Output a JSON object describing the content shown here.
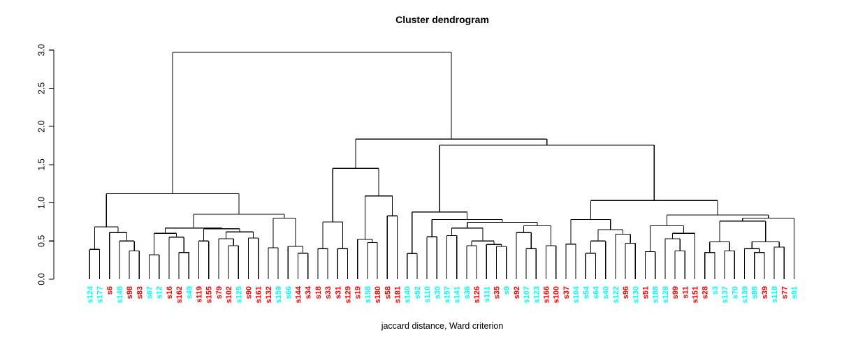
{
  "chart_data": {
    "type": "dendrogram",
    "title": "Cluster dendrogram",
    "xlabel": "jaccard distance, Ward criterion",
    "ylabel": "",
    "ylim": [
      0.0,
      3.0
    ],
    "yticks": [
      "0.0",
      "0.5",
      "1.0",
      "1.5",
      "2.0",
      "2.5",
      "3.0"
    ],
    "grid": "off",
    "legend": "none",
    "colors": {
      "cyan": "#00FFFF",
      "red": "#FF0000",
      "line": "#000000",
      "axis": "#000000"
    },
    "leaves": [
      {
        "label": "s124",
        "color": "cyan"
      },
      {
        "label": "s177",
        "color": "cyan"
      },
      {
        "label": "s6",
        "color": "red"
      },
      {
        "label": "s148",
        "color": "cyan"
      },
      {
        "label": "s98",
        "color": "red"
      },
      {
        "label": "s83",
        "color": "red"
      },
      {
        "label": "s67",
        "color": "cyan"
      },
      {
        "label": "s12",
        "color": "cyan"
      },
      {
        "label": "s16",
        "color": "red"
      },
      {
        "label": "s162",
        "color": "red"
      },
      {
        "label": "s49",
        "color": "cyan"
      },
      {
        "label": "s119",
        "color": "red"
      },
      {
        "label": "s155",
        "color": "red"
      },
      {
        "label": "s79",
        "color": "red"
      },
      {
        "label": "s102",
        "color": "red"
      },
      {
        "label": "s125",
        "color": "cyan"
      },
      {
        "label": "s90",
        "color": "red"
      },
      {
        "label": "s161",
        "color": "red"
      },
      {
        "label": "s132",
        "color": "red"
      },
      {
        "label": "s159",
        "color": "cyan"
      },
      {
        "label": "s66",
        "color": "cyan"
      },
      {
        "label": "s144",
        "color": "red"
      },
      {
        "label": "s34",
        "color": "red"
      },
      {
        "label": "s18",
        "color": "red"
      },
      {
        "label": "s33",
        "color": "red"
      },
      {
        "label": "s31",
        "color": "red"
      },
      {
        "label": "s129",
        "color": "red"
      },
      {
        "label": "s19",
        "color": "red"
      },
      {
        "label": "s158",
        "color": "cyan"
      },
      {
        "label": "s180",
        "color": "red"
      },
      {
        "label": "s58",
        "color": "red"
      },
      {
        "label": "s181",
        "color": "red"
      },
      {
        "label": "s140",
        "color": "cyan"
      },
      {
        "label": "s52",
        "color": "cyan"
      },
      {
        "label": "s110",
        "color": "cyan"
      },
      {
        "label": "s30",
        "color": "cyan"
      },
      {
        "label": "s157",
        "color": "cyan"
      },
      {
        "label": "s141",
        "color": "cyan"
      },
      {
        "label": "s36",
        "color": "cyan"
      },
      {
        "label": "s126",
        "color": "red"
      },
      {
        "label": "s111",
        "color": "cyan"
      },
      {
        "label": "s35",
        "color": "red"
      },
      {
        "label": "s9",
        "color": "cyan"
      },
      {
        "label": "s92",
        "color": "red"
      },
      {
        "label": "s107",
        "color": "cyan"
      },
      {
        "label": "s123",
        "color": "cyan"
      },
      {
        "label": "s166",
        "color": "red"
      },
      {
        "label": "s100",
        "color": "red"
      },
      {
        "label": "s37",
        "color": "red"
      },
      {
        "label": "s104",
        "color": "cyan"
      },
      {
        "label": "s54",
        "color": "cyan"
      },
      {
        "label": "s64",
        "color": "cyan"
      },
      {
        "label": "s40",
        "color": "cyan"
      },
      {
        "label": "s122",
        "color": "cyan"
      },
      {
        "label": "s96",
        "color": "red"
      },
      {
        "label": "s130",
        "color": "cyan"
      },
      {
        "label": "s51",
        "color": "red"
      },
      {
        "label": "s188",
        "color": "cyan"
      },
      {
        "label": "s128",
        "color": "cyan"
      },
      {
        "label": "s99",
        "color": "red"
      },
      {
        "label": "s11",
        "color": "red"
      },
      {
        "label": "s151",
        "color": "red"
      },
      {
        "label": "s28",
        "color": "red"
      },
      {
        "label": "s3",
        "color": "cyan"
      },
      {
        "label": "s137",
        "color": "cyan"
      },
      {
        "label": "s70",
        "color": "cyan"
      },
      {
        "label": "s139",
        "color": "cyan"
      },
      {
        "label": "s85",
        "color": "cyan"
      },
      {
        "label": "s39",
        "color": "red"
      },
      {
        "label": "s118",
        "color": "cyan"
      },
      {
        "label": "s77",
        "color": "red"
      },
      {
        "label": "s91",
        "color": "cyan"
      }
    ],
    "tree": {
      "h": 2.97,
      "c": [
        {
          "h": 1.12,
          "c": [
            {
              "h": 0.685,
              "c": [
                {
                  "h": 0.39,
                  "c": [
                    "s124",
                    "s177"
                  ]
                },
                {
                  "h": 0.61,
                  "c": [
                    "s6",
                    {
                      "h": 0.5,
                      "c": [
                        "s148",
                        {
                          "h": 0.37,
                          "c": [
                            "s98",
                            "s83"
                          ]
                        }
                      ]
                    }
                  ]
                }
              ]
            },
            {
              "h": 0.85,
              "c": [
                {
                  "h": 0.67,
                  "c": [
                    {
                      "h": 0.6,
                      "c": [
                        {
                          "h": 0.32,
                          "c": [
                            "s67",
                            "s12"
                          ]
                        },
                        {
                          "h": 0.55,
                          "c": [
                            "s16",
                            {
                              "h": 0.35,
                              "c": [
                                "s162",
                                "s49"
                              ]
                            }
                          ]
                        }
                      ]
                    },
                    {
                      "h": 0.66,
                      "c": [
                        {
                          "h": 0.5,
                          "c": [
                            "s119",
                            "s155"
                          ]
                        },
                        {
                          "h": 0.62,
                          "c": [
                            {
                              "h": 0.53,
                              "c": [
                                "s79",
                                {
                                  "h": 0.44,
                                  "c": [
                                    "s102",
                                    "s125"
                                  ]
                                }
                              ]
                            },
                            {
                              "h": 0.54,
                              "c": [
                                "s90",
                                "s161"
                              ]
                            }
                          ]
                        }
                      ]
                    }
                  ]
                },
                {
                  "h": 0.8,
                  "c": [
                    {
                      "h": 0.41,
                      "c": [
                        "s132",
                        "s159"
                      ]
                    },
                    {
                      "h": 0.43,
                      "c": [
                        "s66",
                        {
                          "h": 0.34,
                          "c": [
                            "s144",
                            "s34"
                          ]
                        }
                      ]
                    }
                  ]
                }
              ]
            }
          ]
        },
        {
          "h": 1.835,
          "c": [
            {
              "h": 1.45,
              "c": [
                {
                  "h": 0.75,
                  "c": [
                    {
                      "h": 0.4,
                      "c": [
                        "s18",
                        "s33"
                      ]
                    },
                    {
                      "h": 0.4,
                      "c": [
                        "s31",
                        "s129"
                      ]
                    }
                  ]
                },
                {
                  "h": 1.09,
                  "c": [
                    {
                      "h": 0.52,
                      "c": [
                        "s19",
                        {
                          "h": 0.48,
                          "c": [
                            "s158",
                            "s180"
                          ]
                        }
                      ]
                    },
                    {
                      "h": 0.83,
                      "c": [
                        "s58",
                        "s181"
                      ]
                    }
                  ]
                }
              ]
            },
            {
              "h": 1.754,
              "c": [
                {
                  "h": 0.88,
                  "c": [
                    {
                      "h": 0.335,
                      "c": [
                        "s140",
                        "s52"
                      ]
                    },
                    {
                      "h": 0.78,
                      "c": [
                        {
                          "h": 0.555,
                          "c": [
                            "s110",
                            "s30"
                          ]
                        },
                        {
                          "h": 0.745,
                          "c": [
                            {
                              "h": 0.67,
                              "c": [
                                {
                                  "h": 0.57,
                                  "c": [
                                    "s157",
                                    "s141"
                                  ]
                                },
                                {
                                  "h": 0.5,
                                  "c": [
                                    {
                                      "h": 0.44,
                                      "c": [
                                        "s36",
                                        "s126"
                                      ]
                                    },
                                    {
                                      "h": 0.455,
                                      "c": [
                                        "s111",
                                        {
                                          "h": 0.43,
                                          "c": [
                                            "s35",
                                            "s9"
                                          ]
                                        }
                                      ]
                                    }
                                  ]
                                }
                              ]
                            },
                            {
                              "h": 0.7,
                              "c": [
                                {
                                  "h": 0.61,
                                  "c": [
                                    "s92",
                                    {
                                      "h": 0.4,
                                      "c": [
                                        "s107",
                                        "s123"
                                      ]
                                    }
                                  ]
                                },
                                {
                                  "h": 0.44,
                                  "c": [
                                    "s166",
                                    "s100"
                                  ]
                                }
                              ]
                            }
                          ]
                        }
                      ]
                    }
                  ]
                },
                {
                  "h": 1.03,
                  "c": [
                    {
                      "h": 0.78,
                      "c": [
                        {
                          "h": 0.46,
                          "c": [
                            "s37",
                            "s104"
                          ]
                        },
                        {
                          "h": 0.65,
                          "c": [
                            {
                              "h": 0.5,
                              "c": [
                                {
                                  "h": 0.34,
                                  "c": [
                                    "s54",
                                    "s64"
                                  ]
                                },
                                "s40"
                              ]
                            },
                            {
                              "h": 0.59,
                              "c": [
                                "s122",
                                {
                                  "h": 0.47,
                                  "c": [
                                    "s96",
                                    "s130"
                                  ]
                                }
                              ]
                            }
                          ]
                        }
                      ]
                    },
                    {
                      "h": 0.84,
                      "c": [
                        {
                          "h": 0.7,
                          "c": [
                            {
                              "h": 0.36,
                              "c": [
                                "s51",
                                "s188"
                              ]
                            },
                            {
                              "h": 0.6,
                              "c": [
                                {
                                  "h": 0.53,
                                  "c": [
                                    "s128",
                                    {
                                      "h": 0.37,
                                      "c": [
                                        "s99",
                                        "s11"
                                      ]
                                    }
                                  ]
                                },
                                "s151"
                              ]
                            }
                          ]
                        },
                        {
                          "h": 0.8,
                          "c": [
                            {
                              "h": 0.76,
                              "c": [
                                {
                                  "h": 0.49,
                                  "c": [
                                    {
                                      "h": 0.35,
                                      "c": [
                                        "s28",
                                        "s3"
                                      ]
                                    },
                                    {
                                      "h": 0.37,
                                      "c": [
                                        "s137",
                                        "s70"
                                      ]
                                    }
                                  ]
                                },
                                {
                                  "h": 0.49,
                                  "c": [
                                    {
                                      "h": 0.4,
                                      "c": [
                                        "s139",
                                        {
                                          "h": 0.35,
                                          "c": [
                                            "s85",
                                            "s39"
                                          ]
                                        }
                                      ]
                                    },
                                    {
                                      "h": 0.42,
                                      "c": [
                                        "s118",
                                        "s77"
                                      ]
                                    }
                                  ]
                                }
                              ]
                            },
                            "s91"
                          ]
                        }
                      ]
                    }
                  ]
                }
              ]
            }
          ]
        }
      ]
    }
  }
}
